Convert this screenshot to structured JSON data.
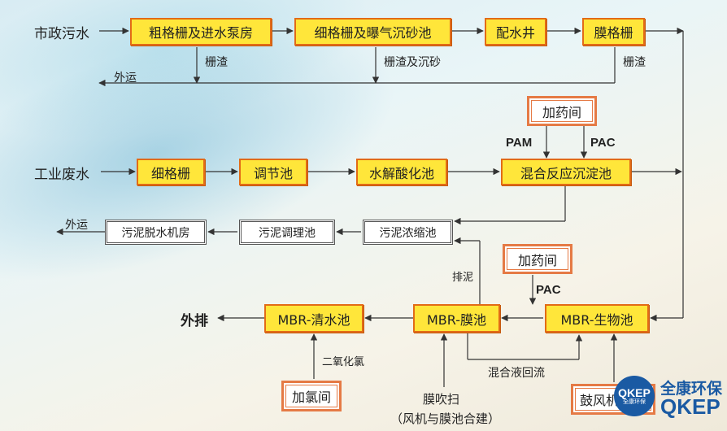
{
  "inputs": {
    "municipal": "市政污水",
    "industrial": "工业废水"
  },
  "boxes": {
    "coarse_screen": "粗格栅及进水泵房",
    "fine_screen_grit": "细格栅及曝气沉砂池",
    "distribution_well": "配水井",
    "membrane_screen": "膜格栅",
    "dosing_room_1": "加药间",
    "fine_screen": "细格栅",
    "equalization": "调节池",
    "hydrolysis": "水解酸化池",
    "coag_sed": "混合反应沉淀池",
    "sludge_thicken": "污泥浓缩池",
    "sludge_condition": "污泥调理池",
    "sludge_dewater": "污泥脱水机房",
    "dosing_room_2": "加药间",
    "mbr_clear": "MBR-清水池",
    "mbr_membrane": "MBR-膜池",
    "mbr_bio": "MBR-生物池",
    "chlorine_room": "加氯间",
    "blower": "鼓风机房"
  },
  "labels": {
    "screenings_1": "栅渣",
    "screenings_grit": "栅渣及沉砂",
    "screenings_2": "栅渣",
    "outbound_1": "外运",
    "outbound_2": "外运",
    "pam": "PAM",
    "pac_1": "PAC",
    "pac_2": "PAC",
    "sludge_discharge": "排泥",
    "chlorine_dioxide": "二氧化氯",
    "discharge": "外排",
    "mixed_liquor_return": "混合液回流",
    "membrane_scour": "膜吹扫",
    "blower_note": "（风机与膜池合建）"
  },
  "logo": {
    "badge": "QKEP",
    "badge_sub": "全康环保",
    "name_cn": "全康环保",
    "name_en": "QKEP"
  }
}
